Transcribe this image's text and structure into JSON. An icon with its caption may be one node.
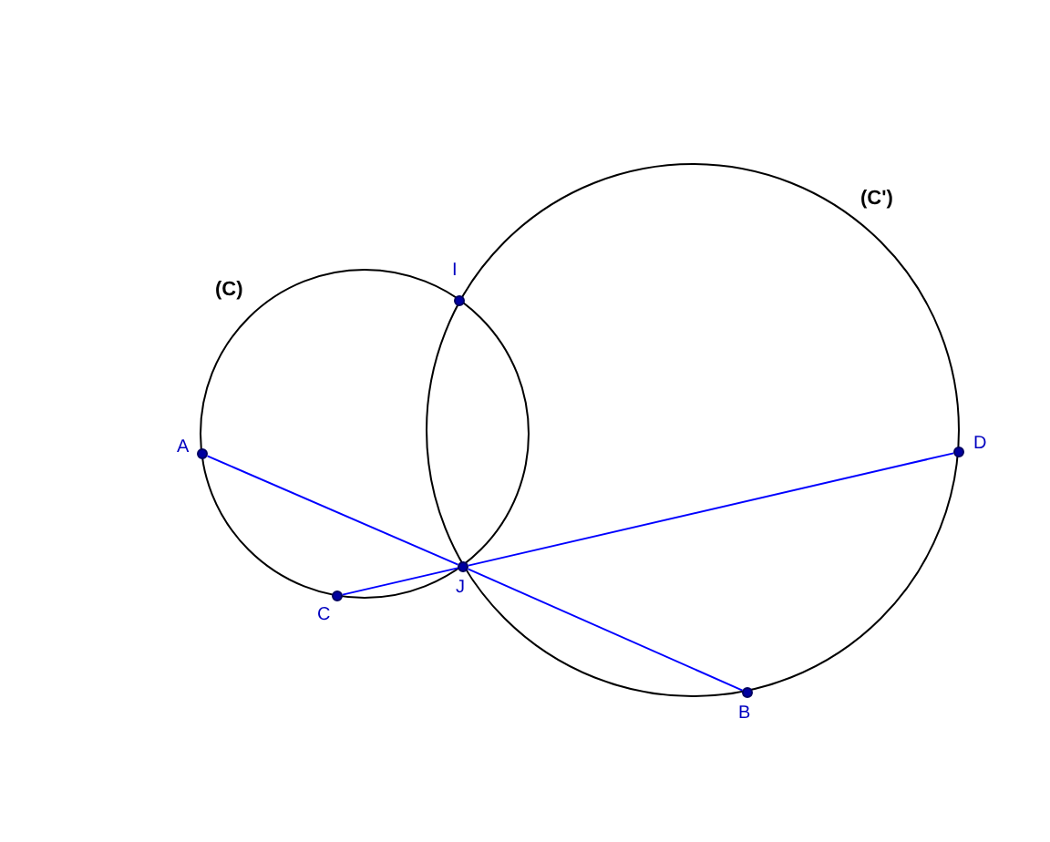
{
  "diagram": {
    "nodes": [
      {
        "text": [
          "I"
        ]
      },
      {
        "text": [
          "A"
        ]
      },
      {
        "text": [
          "D"
        ]
      },
      {
        "text": [
          "J"
        ]
      },
      {
        "text": [
          "C"
        ]
      },
      {
        "text": [
          "B"
        ]
      }
    ],
    "edges": [
      {
        "from": 1,
        "to": 3,
        "arrow": "none"
      },
      {
        "from": 3,
        "to": 5,
        "arrow": "none"
      },
      {
        "from": 4,
        "to": 3,
        "arrow": "none"
      },
      {
        "from": 3,
        "to": 2,
        "arrow": "none"
      }
    ],
    "labels": [
      "(C')",
      "(C)"
    ]
  }
}
